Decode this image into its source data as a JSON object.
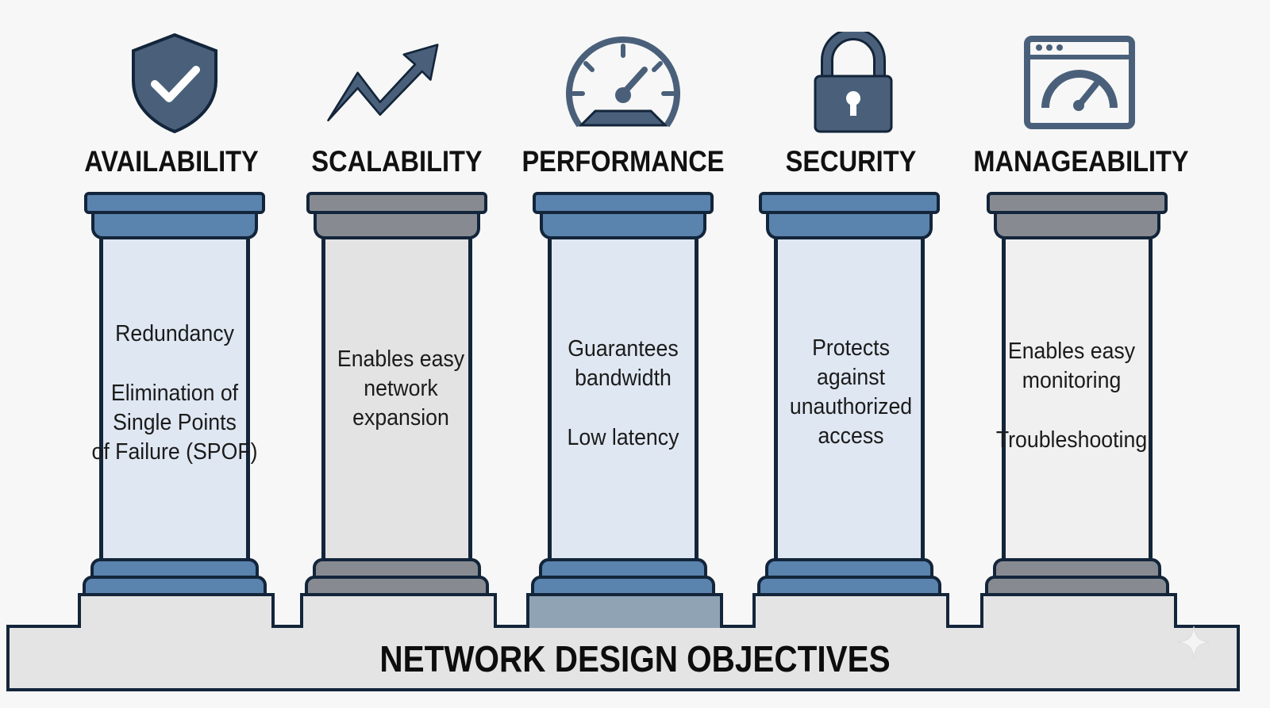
{
  "colors": {
    "blue": "#5a83ae",
    "gray": "#878b91",
    "outline": "#13253a",
    "icon": "#4a607a"
  },
  "pillars": [
    {
      "title": "AVAILABILITY",
      "icon": "shield-check-icon",
      "lines": [
        "Redundancy",
        "",
        "Elimination of",
        "Single Points",
        "of Failure (SPOF)"
      ]
    },
    {
      "title": "SCALABILITY",
      "icon": "trending-up-arrow-icon",
      "lines": [
        "Enables easy",
        "network",
        "expansion"
      ]
    },
    {
      "title": "PERFORMANCE",
      "icon": "speedometer-icon",
      "lines": [
        "Guarantees",
        "bandwidth",
        "",
        "Low latency"
      ]
    },
    {
      "title": "SECURITY",
      "icon": "padlock-icon",
      "lines": [
        "Protects",
        "against",
        "unauthorized",
        "access"
      ]
    },
    {
      "title": "MANAGEABILITY",
      "icon": "browser-dashboard-icon",
      "lines": [
        "Enables easy",
        "monitoring",
        "",
        "Troubleshooting"
      ]
    }
  ],
  "foundation": {
    "title": "NETWORK DESIGN OBJECTIVES"
  }
}
